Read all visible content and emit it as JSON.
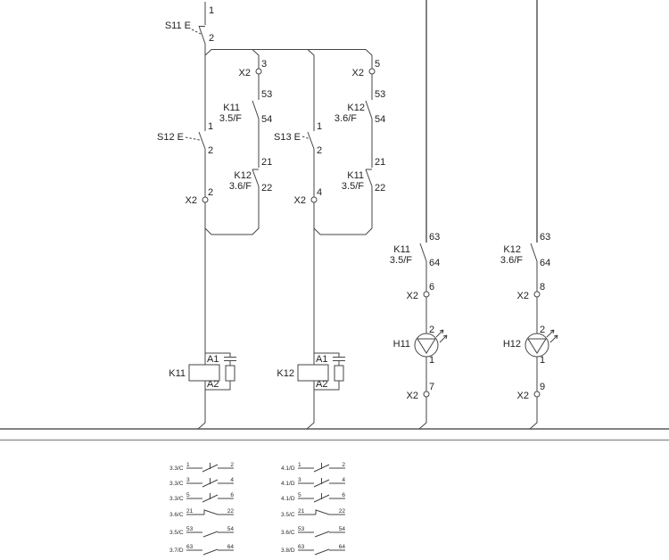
{
  "colors": {
    "line": "#454545",
    "bus": "#828282",
    "background": "#ffffff"
  },
  "terminal_strip": "X2",
  "buttons": {
    "s11": {
      "label": "S11 E",
      "pin_top": "1",
      "pin_bottom": "2"
    },
    "s12": {
      "label": "S12 E",
      "pin_top": "1",
      "pin_bottom": "2"
    },
    "s13": {
      "label": "S13 E",
      "pin_top": "1",
      "pin_bottom": "2"
    }
  },
  "terminals": {
    "t2": {
      "label": "X2",
      "pin": "2"
    },
    "t3": {
      "label": "X2",
      "pin": "3"
    },
    "t4": {
      "label": "X2",
      "pin": "4"
    },
    "t5": {
      "label": "X2",
      "pin": "5"
    },
    "t6": {
      "label": "X2",
      "pin": "6"
    },
    "t7": {
      "label": "X2",
      "pin": "7"
    },
    "t8": {
      "label": "X2",
      "pin": "8"
    },
    "t9": {
      "label": "X2",
      "pin": "9"
    }
  },
  "contacts": {
    "k11_hold": {
      "device": "K11",
      "ref": "3.5/F",
      "pin_top": "53",
      "pin_bottom": "54"
    },
    "k12_interlock": {
      "device": "K12",
      "ref": "3.6/F",
      "pin_top": "21",
      "pin_bottom": "22"
    },
    "k12_hold": {
      "device": "K12",
      "ref": "3.6/F",
      "pin_top": "53",
      "pin_bottom": "54"
    },
    "k11_interlock": {
      "device": "K11",
      "ref": "3.5/F",
      "pin_top": "21",
      "pin_bottom": "22"
    },
    "k11_lamp": {
      "device": "K11",
      "ref": "3.5/F",
      "pin_top": "63",
      "pin_bottom": "64"
    },
    "k12_lamp": {
      "device": "K12",
      "ref": "3.6/F",
      "pin_top": "63",
      "pin_bottom": "64"
    }
  },
  "coils": {
    "k11": {
      "device": "K11",
      "pin_top": "A1",
      "pin_bottom": "A2"
    },
    "k12": {
      "device": "K12",
      "pin_top": "A1",
      "pin_bottom": "A2"
    }
  },
  "lamps": {
    "h11": {
      "device": "H11",
      "pin_top": "2",
      "pin_bottom": "1"
    },
    "h12": {
      "device": "H12",
      "pin_top": "2",
      "pin_bottom": "1"
    }
  },
  "cross_ref_tables": {
    "k11": {
      "rows": [
        {
          "ref": "3.3/C",
          "a": "1",
          "b": "2"
        },
        {
          "ref": "3.3/C",
          "a": "3",
          "b": "4"
        },
        {
          "ref": "3.3/C",
          "a": "5",
          "b": "6"
        },
        {
          "ref": "3.6/C",
          "a": "21",
          "b": "22"
        },
        {
          "ref": "3.5/C",
          "a": "53",
          "b": "54"
        },
        {
          "ref": "3.7/D",
          "a": "63",
          "b": "64"
        }
      ]
    },
    "k12": {
      "rows": [
        {
          "ref": "4.1/D",
          "a": "1",
          "b": "2"
        },
        {
          "ref": "4.1/D",
          "a": "3",
          "b": "4"
        },
        {
          "ref": "4.1/D",
          "a": "5",
          "b": "6"
        },
        {
          "ref": "3.5/C",
          "a": "21",
          "b": "22"
        },
        {
          "ref": "3.6/C",
          "a": "53",
          "b": "54"
        },
        {
          "ref": "3.8/D",
          "a": "63",
          "b": "64"
        }
      ]
    }
  }
}
